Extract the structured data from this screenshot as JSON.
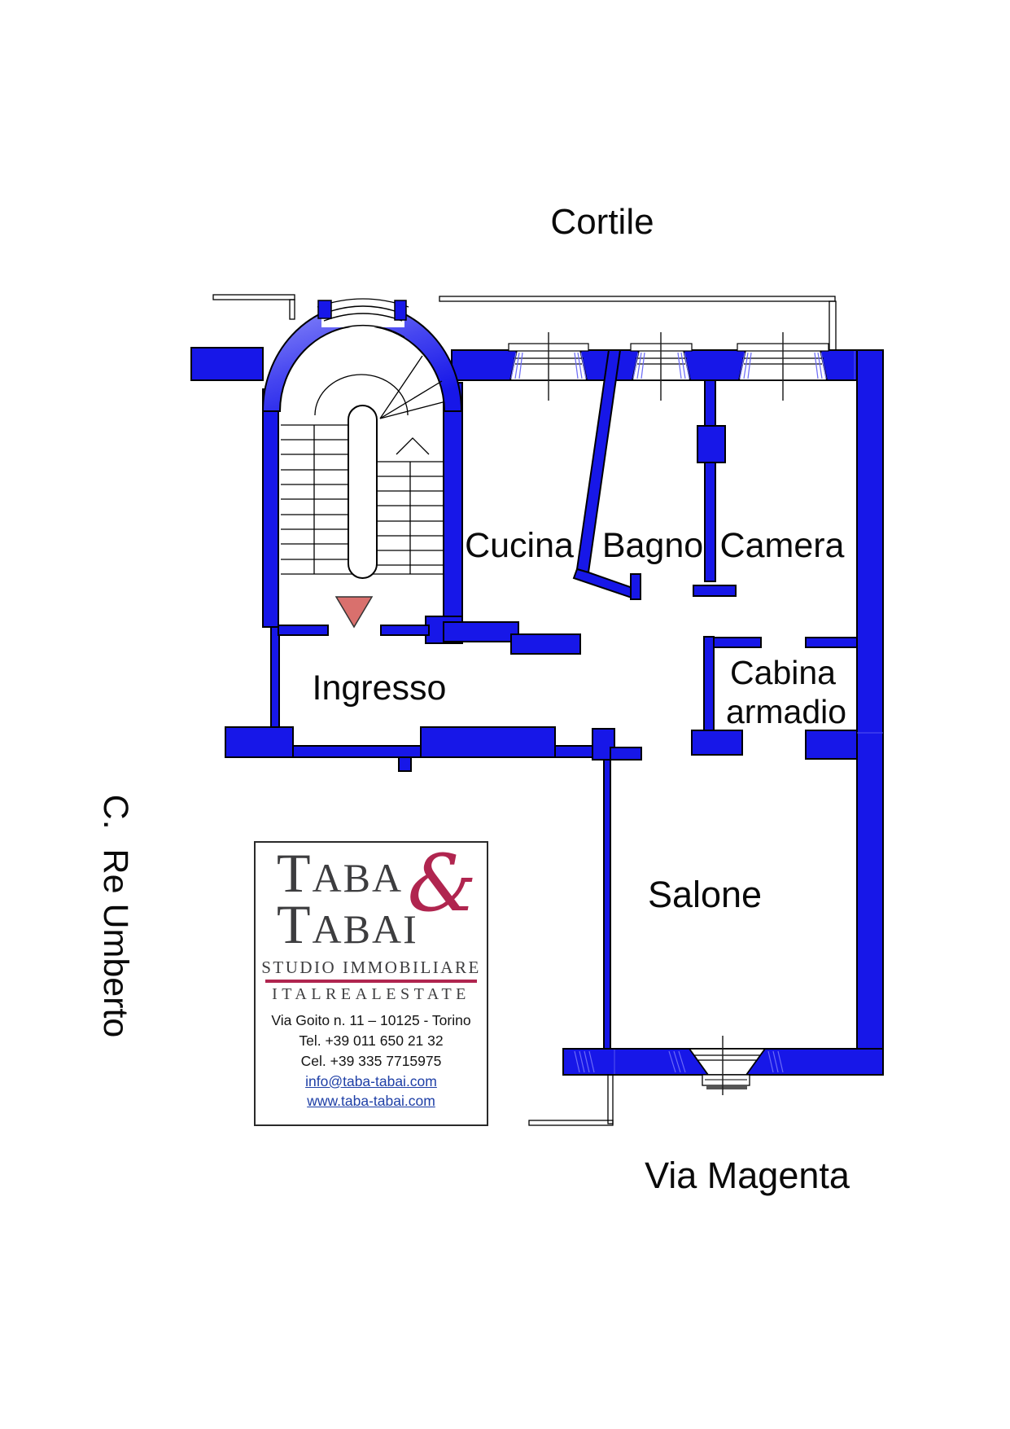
{
  "plan": {
    "area_labels": {
      "cortile": "Cortile",
      "via_magenta": "Via Magenta",
      "corso_re_umberto": "C.  Re Umberto"
    },
    "room_labels": {
      "cucina": "Cucina",
      "bagno": "Bagno",
      "camera": "Camera",
      "ingresso": "Ingresso",
      "cabina_line1": "Cabina",
      "cabina_line2": "armadio",
      "salone": "Salone"
    },
    "colors": {
      "wall_blue": "#1717e8",
      "wall_blue_light": "#9090fa",
      "hatch_blue": "#6b6bf7",
      "entrance_arrow_red": "#d9706d",
      "outline_black": "#000000"
    }
  },
  "agency_card": {
    "name_line1": "TABA",
    "name_line2": "TABAI",
    "ampersand": "&",
    "tagline": "STUDIO IMMOBILIARE",
    "brand": "ITALREALESTATE",
    "address": "Via Goito n. 11 – 10125 - Torino",
    "phone": "Tel. +39 011 650 21 32",
    "mobile": "Cel. +39 335 7715975",
    "email": "info@taba-tabai.com",
    "website": "www.taba-tabai.com",
    "accent_color": "#b0254f"
  }
}
